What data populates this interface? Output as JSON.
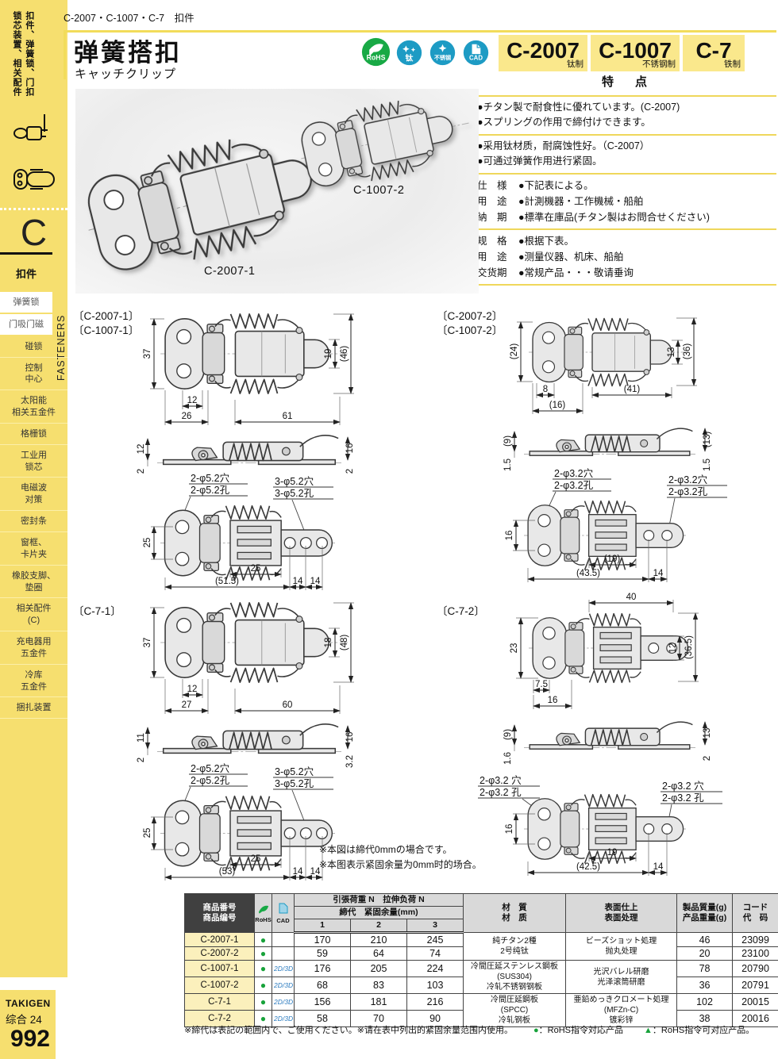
{
  "page": {
    "crumb": "C-2007・C-1007・C-7　扣件",
    "title_cn": "弹簧搭扣",
    "title_ja": "キャッチクリップ"
  },
  "badges": {
    "rohs": "RoHS",
    "ti": "钛",
    "sus": "不锈钢",
    "cad": "CAD"
  },
  "models": [
    {
      "code": "C-2007",
      "material": "钛制"
    },
    {
      "code": "C-1007",
      "material": "不锈钢制"
    },
    {
      "code": "C-7",
      "material": "铁制"
    }
  ],
  "features": {
    "title": "特　点",
    "ja": [
      "●チタン製で耐食性に優れています。(C-2007)",
      "●スプリングの作用で締付けできます。"
    ],
    "cn": [
      "●采用钛材质，耐腐蚀性好。（C-2007）",
      "●可通过弹簧作用进行紧固。"
    ],
    "spec_ja": [
      {
        "label": "仕　様",
        "text": "●下記表による。"
      },
      {
        "label": "用　途",
        "text": "●計測機器・工作機械・船舶"
      },
      {
        "label": "納　期",
        "text": "●標準在庫品(チタン製はお問合せください)"
      }
    ],
    "spec_cn": [
      {
        "label": "规　格",
        "text": "●根据下表。"
      },
      {
        "label": "用　途",
        "text": "●测量仪器、机床、船舶"
      },
      {
        "label": "交货期",
        "text": "●常规产品・・・敬请垂询"
      }
    ]
  },
  "photo": {
    "label1": "C-2007-1",
    "label2": "C-1007-2"
  },
  "sidebar": {
    "vtitle_right": "扣件、弹簧锁、门扣",
    "vtitle_left": "锁芯装置、相关配件",
    "letter": "C",
    "section": "扣件",
    "section_en": "FASTENERS",
    "items": [
      "弹簧锁",
      "门吸门磁",
      "碰锁",
      "控制\n中心",
      "太阳能\n相关五金件",
      "格栅锁",
      "工业用\n锁芯",
      "电磁波\n对策",
      "密封条",
      "窗框、\n卡片夹",
      "橡胶支脚、\n垫圈",
      "相关配件\n(C)",
      "充电器用\n五金件",
      "冷库\n五金件",
      "捆扎装置"
    ],
    "brand": {
      "name": "TAKIGEN",
      "catalog": "综合 24",
      "page": "992"
    }
  },
  "drawings": [
    {
      "titles": [
        "C-2007-1",
        "C-1007-1"
      ],
      "dims": {
        "h": "37",
        "o": "12",
        "b": "26",
        "l": "61",
        "hh": "19",
        "t": "(46)",
        "sa": "12",
        "sb": "2",
        "sc": "16",
        "sd": "2",
        "bv": "25",
        "bw": "25",
        "bt": "(51.5)",
        "p1": "14",
        "p2": "14",
        "hl1": "2-φ5.2穴",
        "hl2": "2-φ5.2孔",
        "hr1": "3-φ5.2穴",
        "hr2": "3-φ5.2孔"
      }
    },
    {
      "titles": [
        "C-2007-2",
        "C-1007-2"
      ],
      "dims": {
        "h": "(24)",
        "o": "8",
        "b": "(16)",
        "l": "(41)",
        "hh": "13",
        "t": "(36)",
        "sa": "(9)",
        "sb": "1.5",
        "sc": "(13)",
        "sd": "1.5",
        "bv": "16",
        "bw": "(19)",
        "bt": "(43.5)",
        "p1": "14",
        "hl1": "2-φ3.2穴",
        "hl2": "2-φ3.2孔",
        "hr1": "2-φ3.2穴",
        "hr2": "2-φ3.2孔"
      }
    },
    {
      "titles": [
        "C-7-1"
      ],
      "dims": {
        "h": "37",
        "o": "12",
        "b": "27",
        "l": "60",
        "hh": "18",
        "t": "(48)",
        "sa": "11",
        "sb": "2",
        "sc": "16",
        "sd": "3.2",
        "bv": "25",
        "bw": "25",
        "bt": "(53)",
        "p1": "14",
        "p2": "14",
        "hl1": "2-φ5.2穴",
        "hl2": "2-φ5.2孔",
        "hr1": "3-φ5.2穴",
        "hr2": "3-φ5.2孔"
      }
    },
    {
      "titles": [
        "C-7-2"
      ],
      "dims": {
        "w": "40",
        "h": "23",
        "o": "7.5",
        "b": "16",
        "hh": "12",
        "t": "(36.5)",
        "sa": "(9)",
        "sb": "1.6",
        "sc": "13",
        "sd": "2",
        "bv": "16",
        "bw": "19",
        "bt": "(42.5)",
        "p1": "14",
        "hl1": "2-φ3.2 穴",
        "hl2": "2-φ3.2 孔",
        "hr1": "2-φ3.2 穴",
        "hr2": "2-φ3.2 孔"
      }
    }
  ],
  "drawing_notes": [
    "※本図は締代0mmの場合です。",
    "※本图表示紧固余量为0mm时的场合。"
  ],
  "table": {
    "h_product": "商品番号\n商品编号",
    "h_rohs": "RoHS",
    "h_cad": "CAD",
    "h_load": "引張荷重 N　拉伸负荷 N",
    "h_allow": "締代　紧固余量(mm)",
    "h_cols": [
      "1",
      "2",
      "3"
    ],
    "h_material": "材　質\n材　质",
    "h_finish": "表面仕上\n表面处理",
    "h_weight": "製品質量(g)\n产品重量(g)",
    "h_code": "コード\n代　码",
    "rows": [
      {
        "model": "C-2007-1",
        "rohs": "●",
        "cad": "",
        "v1": "170",
        "v2": "210",
        "v3": "245",
        "weight": "46",
        "code": "23099"
      },
      {
        "model": "C-2007-2",
        "rohs": "●",
        "cad": "",
        "v1": "59",
        "v2": "64",
        "v3": "74",
        "weight": "20",
        "code": "23100"
      },
      {
        "model": "C-1007-1",
        "rohs": "●",
        "cad": "2D/3D",
        "v1": "176",
        "v2": "205",
        "v3": "224",
        "weight": "78",
        "code": "20790"
      },
      {
        "model": "C-1007-2",
        "rohs": "●",
        "cad": "2D/3D",
        "v1": "68",
        "v2": "83",
        "v3": "103",
        "weight": "36",
        "code": "20791"
      },
      {
        "model": "C-7-1",
        "rohs": "●",
        "cad": "2D/3D",
        "v1": "156",
        "v2": "181",
        "v3": "216",
        "weight": "102",
        "code": "20015"
      },
      {
        "model": "C-7-2",
        "rohs": "●",
        "cad": "2D/3D",
        "v1": "58",
        "v2": "70",
        "v3": "90",
        "weight": "38",
        "code": "20016"
      }
    ],
    "materials": [
      {
        "ja": "純チタン2種",
        "cn": "2号纯钛",
        "finish_ja": "ビーズショット処理",
        "finish_cn": "抛丸处理"
      },
      {
        "ja": "冷間圧延ステンレス鋼板\n(SUS304)",
        "cn": "冷轧不锈钢钢板",
        "finish_ja": "光沢バレル研磨",
        "finish_cn": "光泽滚筒研磨"
      },
      {
        "ja": "冷間圧延鋼板\n(SPCC)",
        "cn": "冷轧钢板",
        "finish_ja": "亜鉛めっきクロメート処理\n(MFZn-C)",
        "finish_cn": "镀彩锌"
      }
    ]
  },
  "footer": {
    "note": "※締代は表記の範囲内で、ご使用ください。※请在表中列出的紧固余量范围内使用。",
    "legend1_mark": "●",
    "legend1_text": "：RoHS指令対応产品",
    "legend2_mark": "▲",
    "legend2_text": "：RoHS指令可对应产品。"
  }
}
